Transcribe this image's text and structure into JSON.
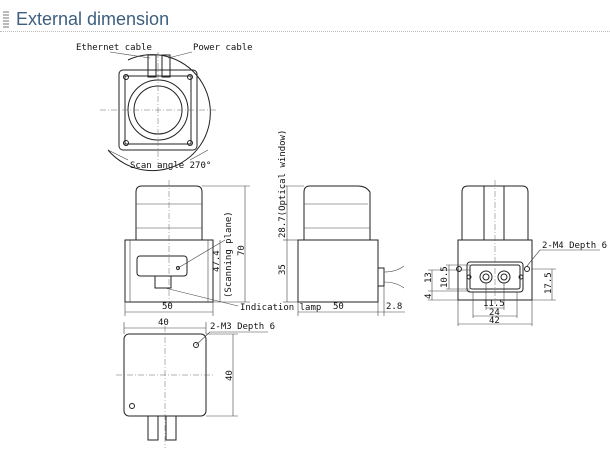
{
  "header": {
    "title": "External dimension"
  },
  "labels": {
    "ethernet_cable": "Ethernet cable",
    "power_cable": "Power cable",
    "scan_angle": "Scan angle 270°",
    "indication_lamp": "Indication lamp",
    "scanning_plane": "(Scanning plane)",
    "optical_window": "28.7(Optical window)",
    "m4": "2-M4 Depth 6",
    "m3": "2-M3 Depth 6"
  },
  "dims": {
    "front_width": "50",
    "front_height": "70",
    "scan_height": "47.4",
    "side_width": "50",
    "side_base": "35",
    "side_offset": "2.8",
    "rear_13": "13",
    "rear_4": "4",
    "rear_10_5": "10.5",
    "rear_17_5": "17.5",
    "rear_11_5": "11.5",
    "rear_24": "24",
    "rear_42": "42",
    "bottom_width": "40",
    "bottom_depth": "40"
  }
}
